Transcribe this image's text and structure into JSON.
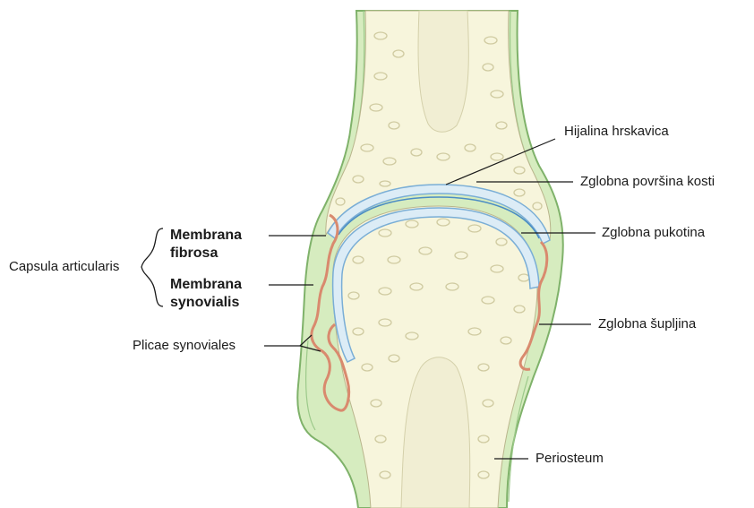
{
  "labels": {
    "hijalina_hrskavica": "Hijalina hrskavica",
    "zglobna_povrsina_kosti": "Zglobna površina kosti",
    "zglobna_pukotina": "Zglobna pukotina",
    "zglobna_supljina": "Zglobna šupljina",
    "periosteum": "Periosteum",
    "capsula_articularis": "Capsula articularis",
    "membrana_fibrosa_1": "Membrana",
    "membrana_fibrosa_2": "fibrosa",
    "membrana_synovialis_1": "Membrana",
    "membrana_synovialis_2": "synovialis",
    "plicae_synoviales": "Plicae synoviales"
  },
  "colors": {
    "bone": "#f7f5dc",
    "trabecula": "#c9c59a",
    "marrow": "#f2efd6",
    "periosteum": "#cfe7b1",
    "periosteum_line": "#7fb26a",
    "cartilage": "#dcecf6",
    "cartilage_line": "#7aaed6",
    "synovial": "#d98a6e",
    "leader": "#1a1a1a"
  }
}
